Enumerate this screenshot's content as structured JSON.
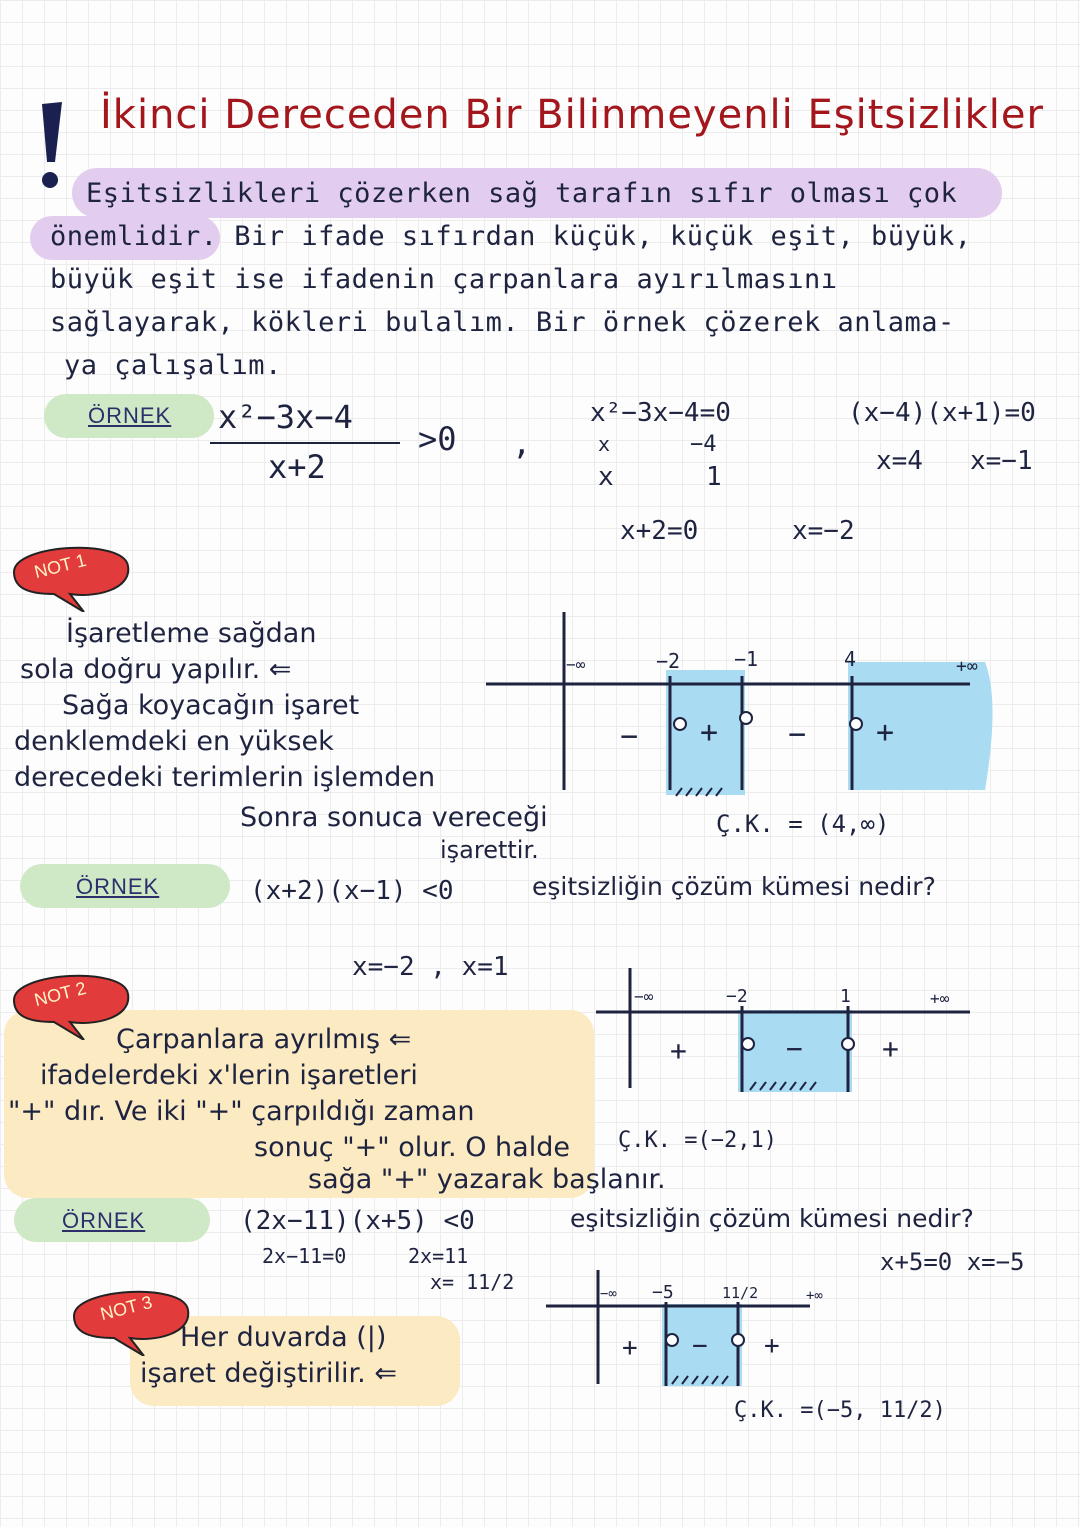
{
  "title": "İkinci Dereceden Bir Bilinmeyenli Eşitsizlikler",
  "intro": {
    "lines": [
      "Eşitsizlikleri çözerken sağ tarafın sıfır olması çok",
      "önemlidir. Bir ifade sıfırdan küçük, küçük eşit, büyük,",
      "büyük eşit ise ifadenin çarpanlara ayırılmasını",
      "sağlayarak, kökleri bulalım. Bir örnek çözerek anlama-",
      "ya çalışalım."
    ]
  },
  "example1": {
    "label": "ÖRNEK",
    "numerator": "x²−3x−4",
    "denominator": "x+2",
    "rel": ">0",
    "comma": ",",
    "eq1": "x²−3x−4=0",
    "fact_row1_a": "x",
    "fact_row1_b": "−4",
    "fact_row2_a": "x",
    "fact_row2_b": "1",
    "factored": "(x−4)(x+1)=0",
    "root_a": "x=4",
    "root_b": "x=−1",
    "den_eq": "x+2=0",
    "den_root": "x=−2",
    "solution": "Ç.K. = (4,∞)"
  },
  "note1": {
    "badge": "NOT 1",
    "lines": [
      "İşaretleme sağdan",
      "sola doğru yapılır.  ⇐",
      "Sağa koyacağın işaret",
      "denklemdeki en yüksek",
      "derecedeki terimlerin işlemden",
      "Sonra sonuca vereceği",
      "işarettir."
    ]
  },
  "chart1": {
    "labels": [
      "−∞",
      "−2",
      "−1",
      "4",
      "+∞"
    ],
    "signs": [
      "−",
      "+",
      "−",
      "+"
    ]
  },
  "example2": {
    "label": "ÖRNEK",
    "inequality": "(x+2)(x−1) <0",
    "question": "eşitsizliğin çözüm kümesi nedir?",
    "roots": "x=−2 , x=1",
    "solution": "Ç.K. =(−2,1)"
  },
  "chart2": {
    "labels": [
      "−∞",
      "−2",
      "1",
      "+∞"
    ],
    "signs": [
      "+",
      "−",
      "+"
    ]
  },
  "note2": {
    "badge": "NOT 2",
    "lines": [
      "Çarpanlara ayrılmış  ⇐",
      "ifadelerdeki x'lerin işaretleri",
      "\"+\" dır. Ve iki \"+\" çarpıldığı zaman",
      "sonuç \"+\" olur. O halde",
      "sağa \"+\" yazarak başlanır."
    ]
  },
  "example3": {
    "label": "ÖRNEK",
    "inequality": "(2x−11)(x+5) <0",
    "question": "eşitsizliğin çözüm kümesi nedir?",
    "step1": "2x−11=0",
    "step2": "2x=11",
    "step3": "x= 11/2",
    "step4": "x+5=0  x=−5",
    "solution": "Ç.K. =(−5, 11/2)"
  },
  "chart3": {
    "labels": [
      "−∞",
      "−5",
      "11/2",
      "+∞"
    ],
    "signs": [
      "+",
      "−",
      "+"
    ]
  },
  "note3": {
    "badge": "NOT 3",
    "lines": [
      "Her duvarda (|)",
      "işaret değiştirilir.  ⇐"
    ]
  },
  "colors": {
    "title_red": "#a3161c",
    "intro_highlight": "#e3cdee",
    "example_pill": "#cfe8c6",
    "interval_blue": "#a9dcf2",
    "note_highlight": "#fbeac2"
  }
}
